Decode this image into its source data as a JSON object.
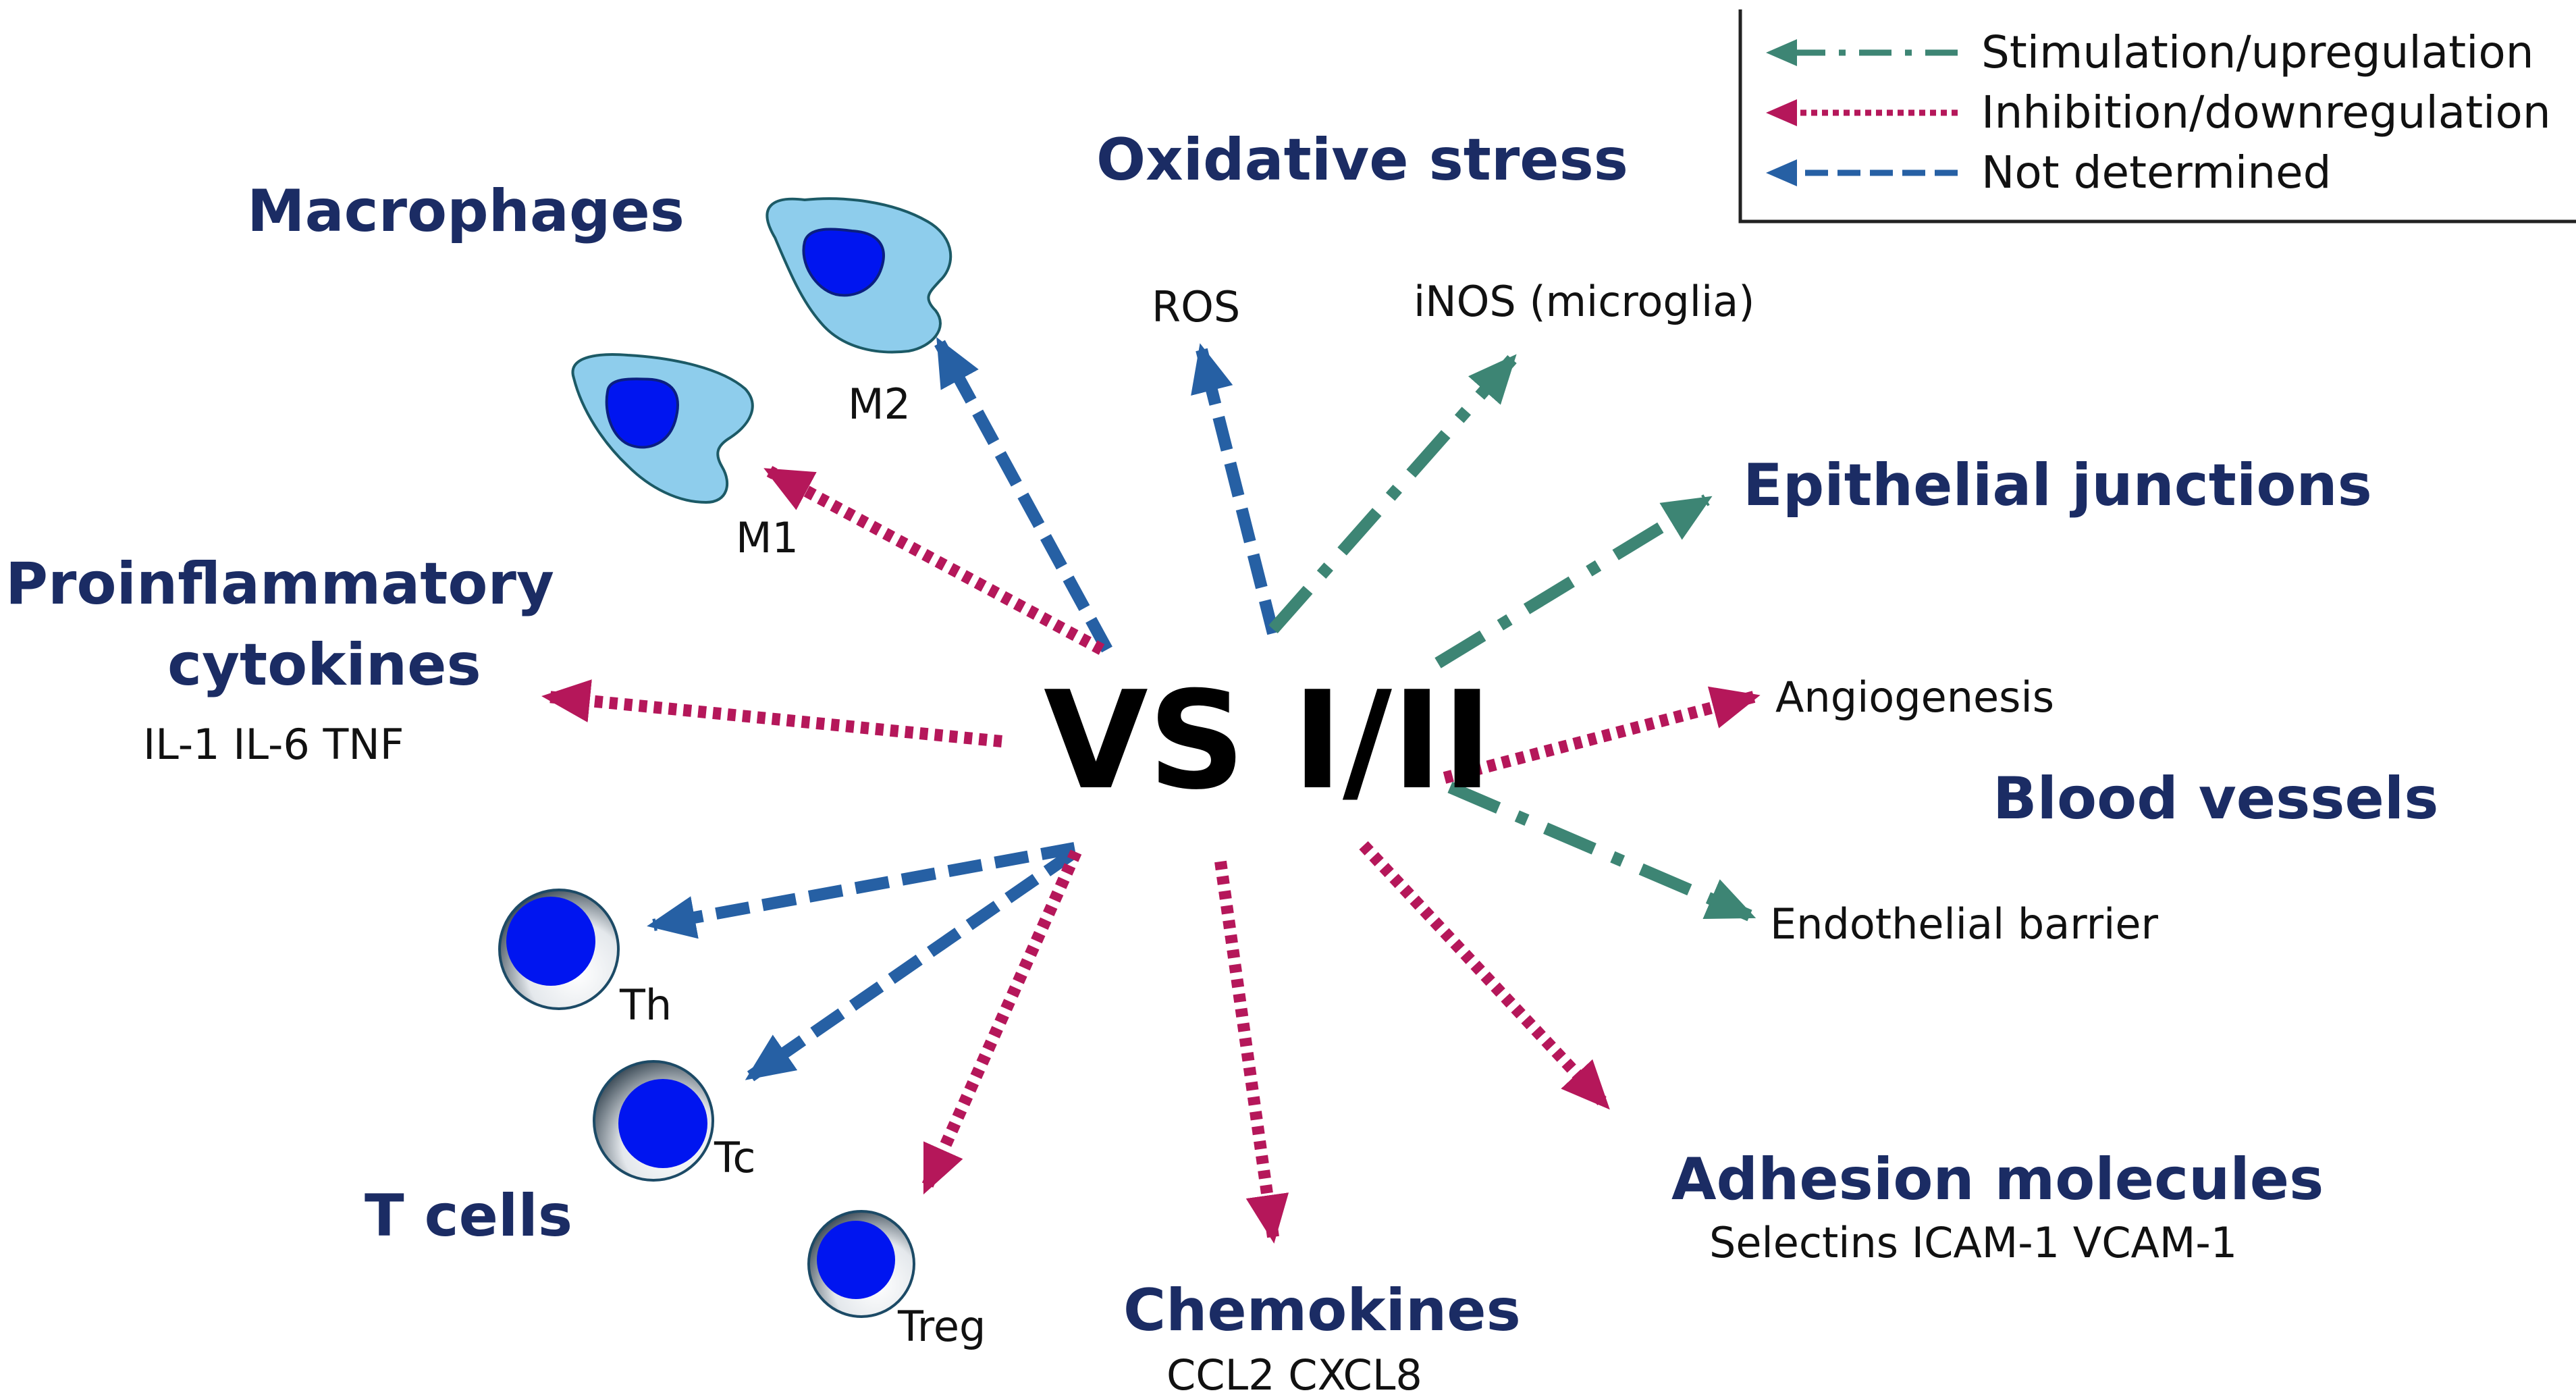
{
  "center_label": "VS I/II",
  "legend": {
    "items": [
      {
        "key": "stim",
        "label": "Stimulation/upregulation"
      },
      {
        "key": "inhib",
        "label": "Inhibition/downregulation"
      },
      {
        "key": "nd",
        "label": "Not determined"
      }
    ]
  },
  "categories": {
    "macrophages": "Macrophages",
    "oxidative_stress": "Oxidative stress",
    "epithelial_junctions": "Epithelial junctions",
    "proinflammatory_line1": "Proinflammatory",
    "proinflammatory_line2": "cytokines",
    "blood_vessels": "Blood vessels",
    "t_cells": "T cells",
    "chemokines": "Chemokines",
    "adhesion_molecules": "Adhesion molecules"
  },
  "labels": {
    "m1": "M1",
    "m2": "M2",
    "ros": "ROS",
    "inos": "iNOS (microglia)",
    "cytokine_list": "IL-1 IL-6 TNF",
    "angiogenesis": "Angiogenesis",
    "endothelial_barrier": "Endothelial barrier",
    "th": "Th",
    "tc": "Tc",
    "treg": "Treg",
    "chemokine_list": "CCL2 CXCL8",
    "adhesion_list": "Selectins ICAM-1 VCAM-1"
  },
  "colors": {
    "stim": "#3D8574",
    "inhib": "#B5175A",
    "nd": "#2660A4",
    "category_text": "#1B2C64",
    "cell_light": "#8ECDEC",
    "cell_nucleus": "#0015F0"
  },
  "effects": [
    {
      "target": "M2",
      "effect": "nd"
    },
    {
      "target": "M1",
      "effect": "inhib"
    },
    {
      "target": "ROS",
      "effect": "nd"
    },
    {
      "target": "iNOS (microglia)",
      "effect": "stim"
    },
    {
      "target": "Epithelial junctions",
      "effect": "stim"
    },
    {
      "target": "Angiogenesis",
      "effect": "inhib"
    },
    {
      "target": "Endothelial barrier",
      "effect": "stim"
    },
    {
      "target": "Proinflammatory cytokines",
      "effect": "inhib"
    },
    {
      "target": "Th",
      "effect": "nd"
    },
    {
      "target": "Tc",
      "effect": "nd"
    },
    {
      "target": "Treg",
      "effect": "inhib"
    },
    {
      "target": "Chemokines",
      "effect": "inhib"
    },
    {
      "target": "Adhesion molecules",
      "effect": "inhib"
    }
  ]
}
